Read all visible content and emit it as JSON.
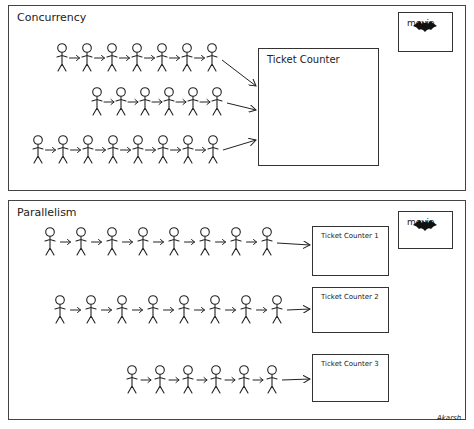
{
  "diagram": {
    "nodes": [
      {
        "text": [
          "Concurrency"
        ]
      },
      {
        "text": [
          "movie"
        ],
        "in": 0
      },
      {
        "text": [
          "Ticket Counter"
        ],
        "in": 0
      },
      {
        "text": [
          "Parallelism"
        ]
      },
      {
        "text": [
          "movie"
        ],
        "in": 3
      },
      {
        "text": [
          "Ticket Counter 1"
        ],
        "in": 3
      },
      {
        "text": [
          "Ticket Counter 2"
        ],
        "in": 3
      },
      {
        "text": [
          "Ticket Counter 3"
        ],
        "in": 3
      }
    ],
    "labels": [
      "Akarsh"
    ]
  }
}
